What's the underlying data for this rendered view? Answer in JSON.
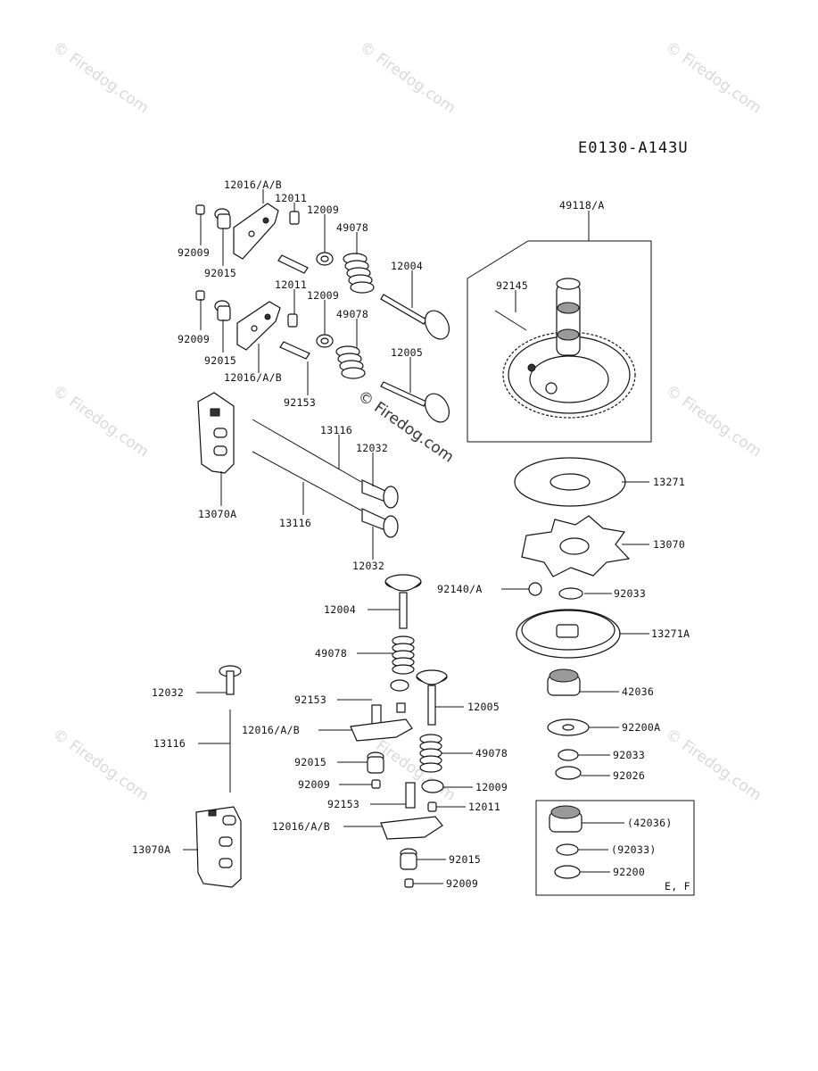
{
  "diagram_code": "E0130-A143U",
  "watermark_text": "© Firedog.com",
  "box_note": "E, F",
  "labels": {
    "p12016ab_top": "12016/A/B",
    "p12011_a": "12011",
    "p12009_a": "12009",
    "p92009_a": "92009",
    "p49078_a": "49078",
    "p92015_a": "92015",
    "p12004_a": "12004",
    "p12011_b": "12011",
    "p12009_b": "12009",
    "p49078_b": "49078",
    "p92009_b": "92009",
    "p92015_b": "92015",
    "p12005_a": "12005",
    "p12016ab_b": "12016/A/B",
    "p92153_a": "92153",
    "p13116_a": "13116",
    "p12032_a": "12032",
    "p13070a_a": "13070A",
    "p13116_b": "13116",
    "p12032_b": "12032",
    "p49118a": "49118/A",
    "p92145": "92145",
    "p13271": "13271",
    "p13070": "13070",
    "p92140a": "92140/A",
    "p92033_a": "92033",
    "p13271a": "13271A",
    "p12004_b": "12004",
    "p49078_c": "49078",
    "p42036": "42036",
    "p12032_c": "12032",
    "p92153_b": "92153",
    "p12005_b": "12005",
    "p92200a": "92200A",
    "p13116_c": "13116",
    "p12016ab_c": "12016/A/B",
    "p92033_b": "92033",
    "p49078_d": "49078",
    "p92015_c": "92015",
    "p92026": "92026",
    "p92009_c": "92009",
    "p12009_c": "12009",
    "p92153_c": "92153",
    "p12011_c": "12011",
    "p12016ab_d": "12016/A/B",
    "p42036_paren": "(42036)",
    "p13070a_b": "13070A",
    "p92033_paren": "(92033)",
    "p92015_d": "92015",
    "p92200": "92200",
    "p92009_d": "92009"
  }
}
